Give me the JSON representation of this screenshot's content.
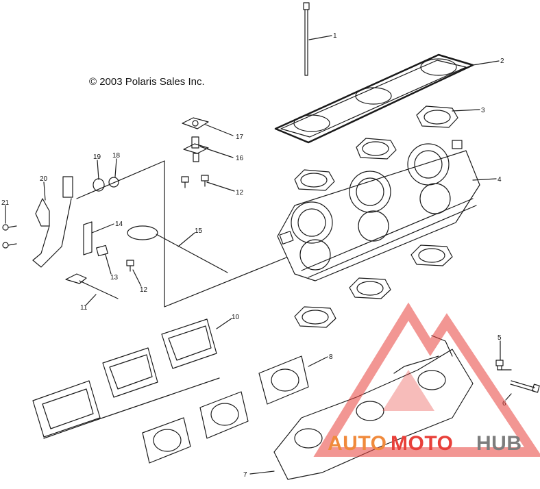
{
  "diagram": {
    "copyright": "© 2003 Polaris Sales Inc.",
    "callouts": [
      "1",
      "2",
      "3",
      "4",
      "5",
      "6",
      "7",
      "8",
      "10",
      "11",
      "12",
      "12",
      "13",
      "14",
      "15",
      "16",
      "17",
      "18",
      "19",
      "20",
      "21"
    ]
  },
  "watermark": {
    "part1": "AUTO",
    "part2": "MOTO",
    "part3": "HUB",
    "color_red": "#e8403a",
    "color_orange": "#f08a3c",
    "color_grey": "#7d7d7d"
  },
  "colors": {
    "line": "#1a1a1a",
    "background": "#ffffff"
  }
}
